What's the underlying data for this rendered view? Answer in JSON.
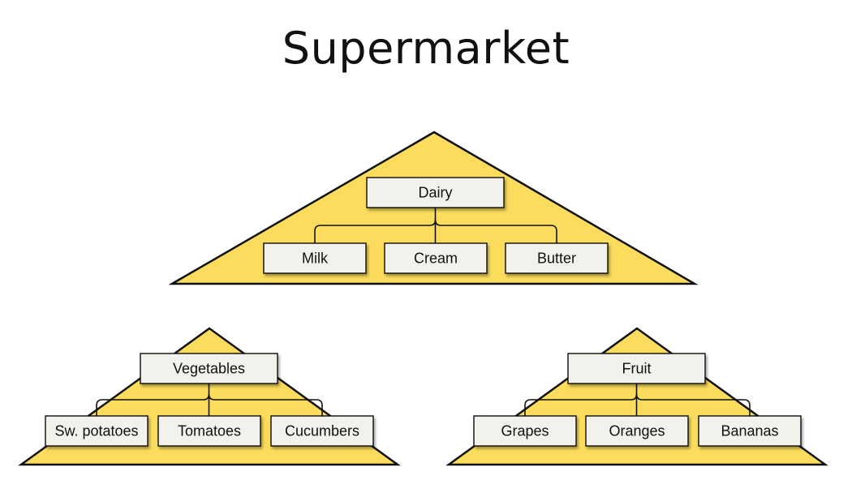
{
  "title": "Supermarket",
  "colors": {
    "triangle_fill": "#fbdc5c",
    "box_fill": "#f3f1ec",
    "stroke": "#111111",
    "background": "#ffffff"
  },
  "groups": [
    {
      "id": "dairy",
      "name": "Dairy",
      "items": [
        "Milk",
        "Cream",
        "Butter"
      ]
    },
    {
      "id": "vegetables",
      "name": "Vegetables",
      "items": [
        "Sw. potatoes",
        "Tomatoes",
        "Cucumbers"
      ]
    },
    {
      "id": "fruit",
      "name": "Fruit",
      "items": [
        "Grapes",
        "Oranges",
        "Bananas"
      ]
    }
  ]
}
